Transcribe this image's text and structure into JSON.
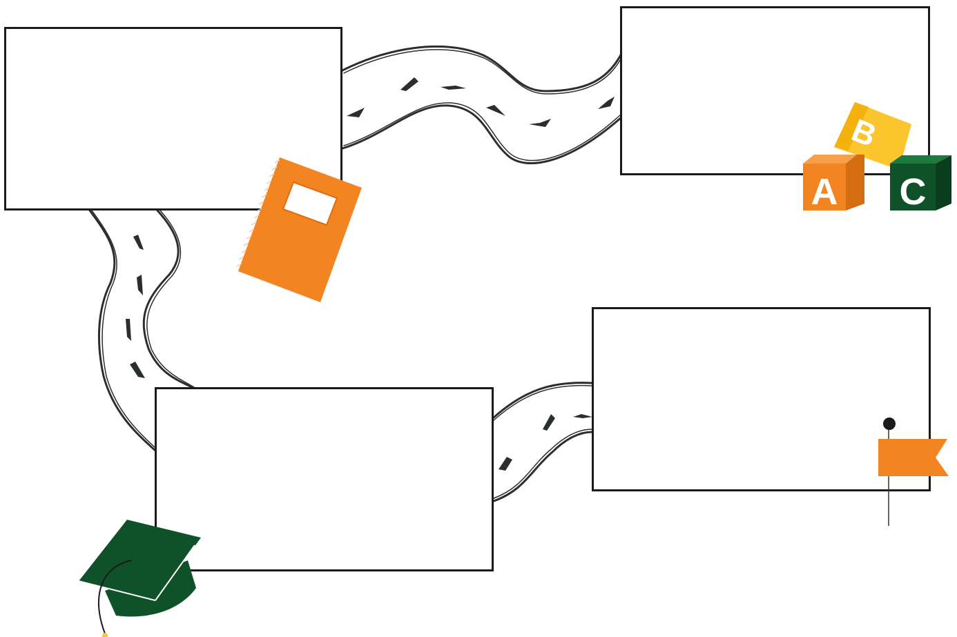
{
  "boxes": [
    {
      "id": "box-1",
      "text": ""
    },
    {
      "id": "box-2",
      "text": ""
    },
    {
      "id": "box-3",
      "text": ""
    },
    {
      "id": "box-4",
      "text": ""
    }
  ],
  "blocks": {
    "a": "A",
    "b": "B",
    "c": "C"
  },
  "colors": {
    "orange": "#f28421",
    "green": "#0f5229",
    "yellow": "#fbc52d",
    "road_line": "#2a2e2d",
    "box_border": "#1a1a1a"
  },
  "icons": [
    "road",
    "notebook-icon",
    "abc-blocks-icon",
    "flag-pin-icon",
    "graduation-cap-icon"
  ]
}
